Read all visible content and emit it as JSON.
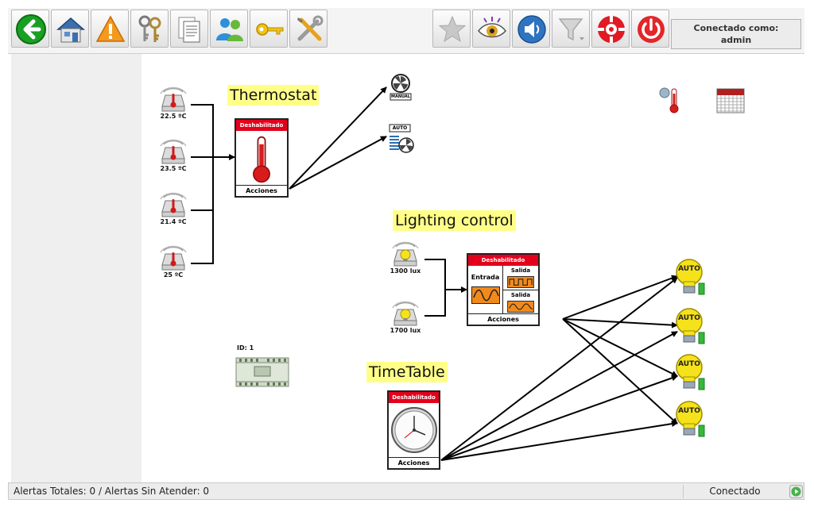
{
  "toolbar": {
    "left_buttons": [
      "back-icon",
      "home-icon",
      "warning-icon",
      "keys-icon",
      "documents-icon",
      "users-icon",
      "key-icon",
      "tools-icon"
    ],
    "right_buttons": [
      "favorite-star-icon",
      "visibility-eye-icon",
      "volume-icon",
      "filter-icon",
      "lifebuoy-icon",
      "power-icon"
    ],
    "user_line1": "Conectado como:",
    "user_line2": "admin"
  },
  "colors": {
    "header_red": "#e3001b",
    "label_yellow": "#ffff88",
    "bulb_yellow": "#f5e21b",
    "wire": "#000000"
  },
  "thermostat": {
    "title": "Thermostat",
    "sensors": [
      "22.5 ºC",
      "23.5 ºC",
      "21.4 ºC",
      "25 ºC"
    ],
    "block_header": "Deshabilitado",
    "block_footer": "Acciones",
    "outputs": [
      {
        "name": "fan-manual-icon",
        "label": "MANUAL"
      },
      {
        "name": "fan-auto-icon",
        "label": "AUTO"
      }
    ]
  },
  "lighting": {
    "title": "Lighting control",
    "sensors": [
      "1300 lux",
      "1700 lux"
    ],
    "block_header": "Deshabilitado",
    "entrada": "Entrada",
    "salida1": "Salida",
    "salida2": "Salida",
    "block_footer": "Acciones"
  },
  "timetable": {
    "title": "TimeTable",
    "block_header": "Deshabilitado",
    "block_footer": "Acciones"
  },
  "bulbs": [
    "AUTO",
    "AUTO",
    "AUTO",
    "AUTO"
  ],
  "device": {
    "id_label": "ID: 1"
  },
  "statusbar": {
    "alerts": "Alertas Totales: 0 / Alertas Sin Atender: 0",
    "connection": "Conectado"
  }
}
